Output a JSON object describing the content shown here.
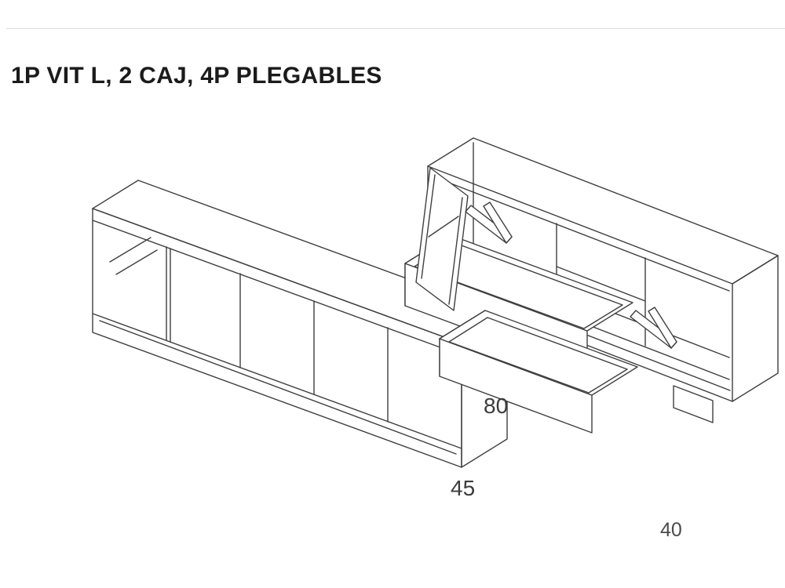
{
  "title": "1P VIT L, 2 CAJ, 4P PLEGABLES",
  "dimensions": {
    "height_label": "80",
    "depth_label": "45",
    "clipped_label": "40"
  },
  "colors": {
    "line": "#3f3f3f",
    "title_text": "#1b1b1b",
    "dimension_text": "#3c3c3c",
    "faint_rule": "#dcdcdc",
    "background": "#ffffff"
  }
}
